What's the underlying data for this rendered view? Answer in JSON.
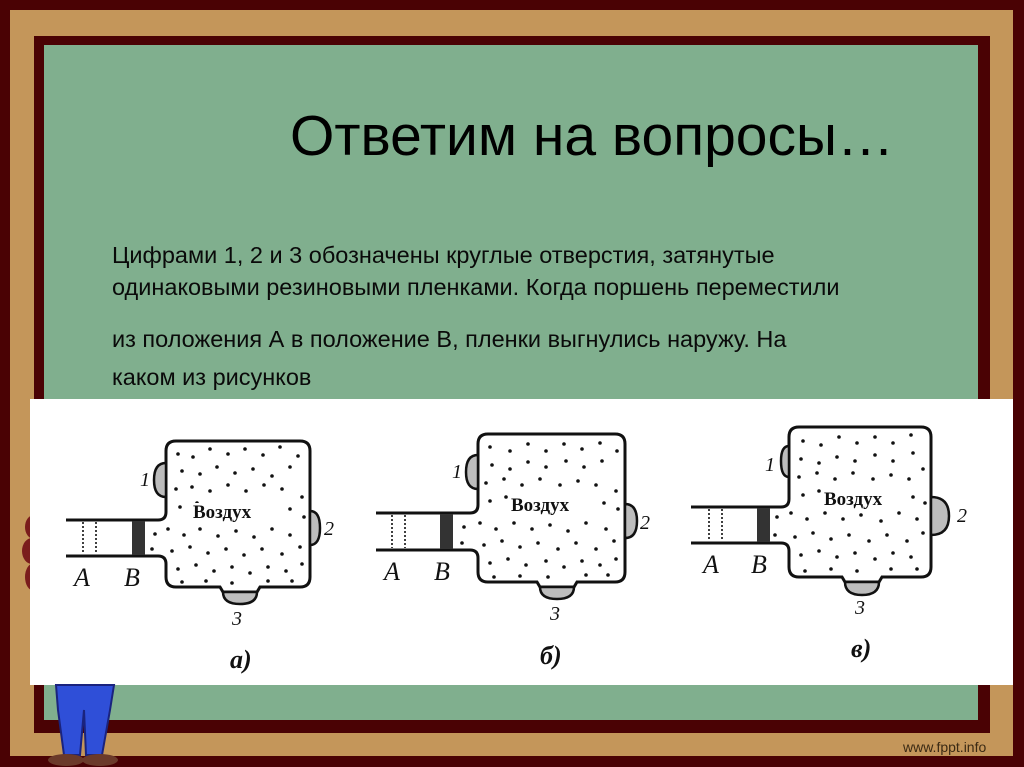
{
  "slide": {
    "title": "Ответим на вопросы…",
    "paragraph_lines": [
      "Цифрами 1, 2 и 3 обозначены круглые отверстия, затянутые",
      "одинаковыми резиновыми пленками. Когда поршень переместили",
      "из положения А в   положение В, пленки выгнулись наружу. На",
      "каком из рисунков"
    ],
    "watermark": "www.fppt.info"
  },
  "colors": {
    "outer_frame": "#4a0204",
    "tan_band": "#c4965a",
    "board_green": "#80af8e",
    "panel_white": "#ffffff",
    "membrane_gray": "#bdbdbd"
  },
  "figure": {
    "diagrams": [
      {
        "caption": "а)",
        "air_label": "Воздух",
        "position_a": "A",
        "position_b": "B",
        "membrane_labels": [
          "1",
          "2",
          "3"
        ],
        "membrane_bulge": {
          "m1": 12,
          "m2": 10,
          "m3": 12
        }
      },
      {
        "caption": "б)",
        "air_label": "Воздух",
        "position_a": "A",
        "position_b": "B",
        "membrane_labels": [
          "1",
          "2",
          "3"
        ],
        "membrane_bulge": {
          "m1": 12,
          "m2": 12,
          "m3": 12
        }
      },
      {
        "caption": "в)",
        "air_label": "Воздух",
        "position_a": "A",
        "position_b": "B",
        "membrane_labels": [
          "1",
          "2",
          "3"
        ],
        "membrane_bulge": {
          "m1": 8,
          "m2": 18,
          "m3": 14
        }
      }
    ]
  }
}
